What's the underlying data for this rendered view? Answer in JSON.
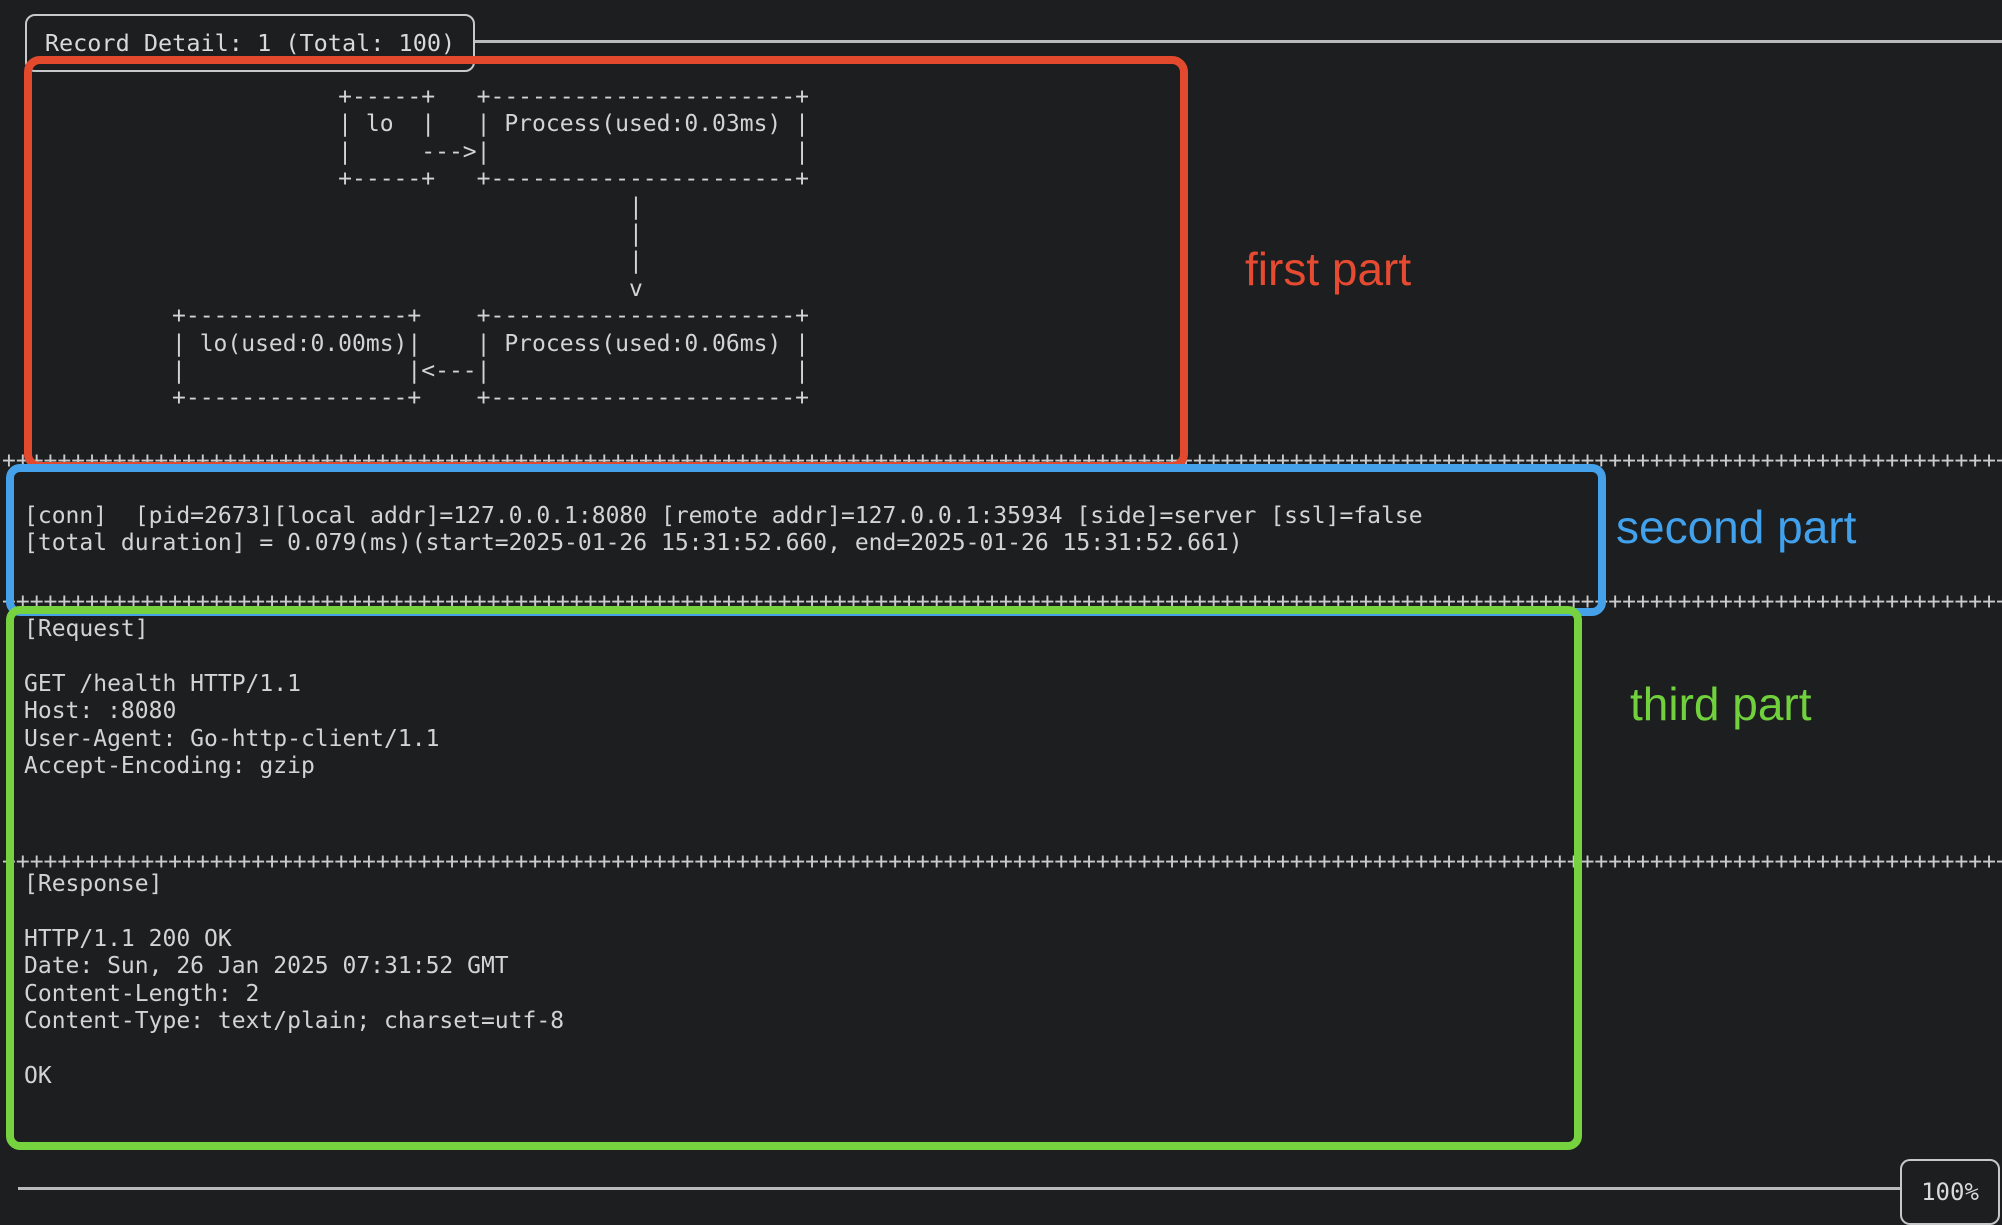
{
  "terminal": {
    "title": "Record Detail: 1 (Total: 100)",
    "diagram_lines": [
      "            +-----+   +----------------------+",
      "            | lo  |   | Process(used:0.03ms) |",
      "            |     --->|                      |",
      "            +-----+   +----------------------+",
      "                                 |",
      "                                 |",
      "                                 |",
      "                                 v",
      "+----------------+    +----------------------+",
      "| lo(used:0.00ms)|    | Process(used:0.06ms) |",
      "|                |<---|                      |",
      "+----------------+    +----------------------+"
    ],
    "separator_row": "++++++++++++++++++++++++++++++++++++++++++++++++++++++++++++++++++++++++++++++++++++++++++++++++++++++++++++++++++++++++++++++++++++++++++++++++++++++++++++++++",
    "conn_lines": [
      "[conn]  [pid=2673][local addr]=127.0.0.1:8080 [remote addr]=127.0.0.1:35934 [side]=server [ssl]=false",
      "[total duration] = 0.079(ms)(start=2025-01-26 15:31:52.660, end=2025-01-26 15:31:52.661)"
    ],
    "request_lines": [
      "[Request]",
      "",
      "GET /health HTTP/1.1",
      "Host: :8080",
      "User-Agent: Go-http-client/1.1",
      "Accept-Encoding: gzip"
    ],
    "response_lines": [
      "[Response]",
      "",
      "HTTP/1.1 200 OK",
      "Date: Sun, 26 Jan 2025 07:31:52 GMT",
      "Content-Length: 2",
      "Content-Type: text/plain; charset=utf-8",
      "",
      "OK"
    ],
    "zoom_level": "100%"
  },
  "annotations": {
    "first": {
      "label": "first part",
      "color": "#e64b31"
    },
    "second": {
      "label": "second part",
      "color": "#41a1ec"
    },
    "third": {
      "label": "third part",
      "color": "#70d13d"
    }
  },
  "colors": {
    "background": "#1d1e1f",
    "terminal_text": "#d2d3d4",
    "terminal_border": "#c7c8c9",
    "annotation_red": "#e34a2d",
    "annotation_blue": "#45a2ea",
    "annotation_green": "#77d23f"
  }
}
